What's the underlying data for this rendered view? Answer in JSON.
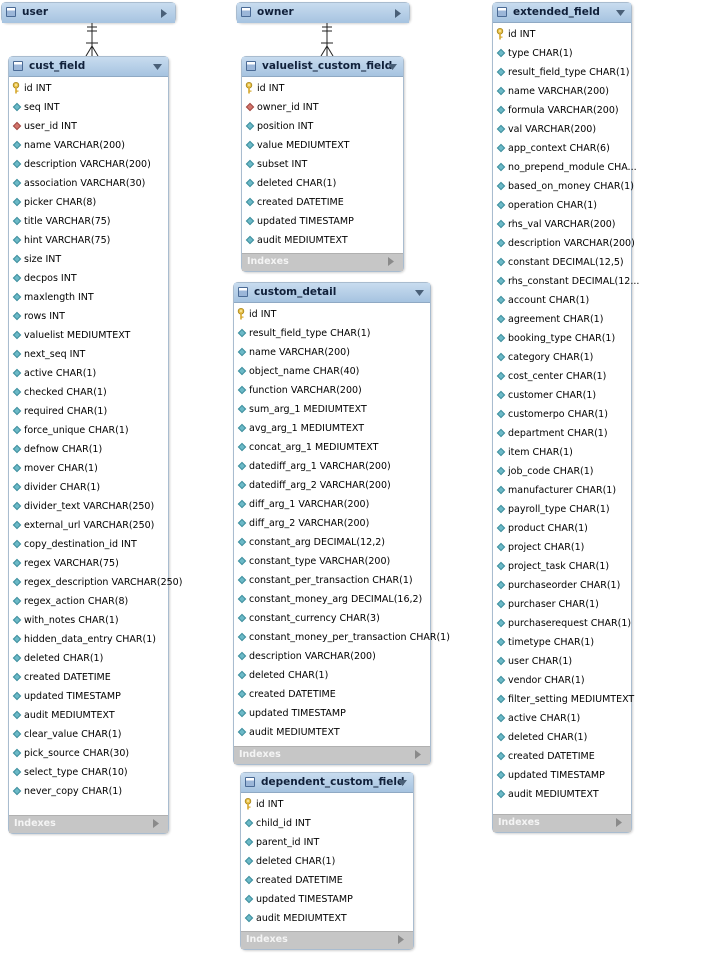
{
  "tables": [
    {
      "id": "user",
      "title": "user",
      "collapsed": true,
      "columns": []
    },
    {
      "id": "owner",
      "title": "owner",
      "collapsed": true,
      "columns": []
    },
    {
      "id": "cust_field",
      "title": "cust_field",
      "indexes_label": "Indexes",
      "columns": [
        {
          "key": "pk",
          "text": "id INT"
        },
        {
          "key": "attr",
          "text": "seq INT"
        },
        {
          "key": "fk",
          "text": "user_id INT"
        },
        {
          "key": "attr",
          "text": "name VARCHAR(200)"
        },
        {
          "key": "attr",
          "text": "description VARCHAR(200)"
        },
        {
          "key": "attr",
          "text": "association VARCHAR(30)"
        },
        {
          "key": "attr",
          "text": "picker CHAR(8)"
        },
        {
          "key": "attr",
          "text": "title VARCHAR(75)"
        },
        {
          "key": "attr",
          "text": "hint VARCHAR(75)"
        },
        {
          "key": "attr",
          "text": "size INT"
        },
        {
          "key": "attr",
          "text": "decpos INT"
        },
        {
          "key": "attr",
          "text": "maxlength INT"
        },
        {
          "key": "attr",
          "text": "rows INT"
        },
        {
          "key": "attr",
          "text": "valuelist MEDIUMTEXT"
        },
        {
          "key": "attr",
          "text": "next_seq INT"
        },
        {
          "key": "attr",
          "text": "active CHAR(1)"
        },
        {
          "key": "attr",
          "text": "checked CHAR(1)"
        },
        {
          "key": "attr",
          "text": "required CHAR(1)"
        },
        {
          "key": "attr",
          "text": "force_unique CHAR(1)"
        },
        {
          "key": "attr",
          "text": "defnow CHAR(1)"
        },
        {
          "key": "attr",
          "text": "mover CHAR(1)"
        },
        {
          "key": "attr",
          "text": "divider CHAR(1)"
        },
        {
          "key": "attr",
          "text": "divider_text VARCHAR(250)"
        },
        {
          "key": "attr",
          "text": "external_url VARCHAR(250)"
        },
        {
          "key": "attr",
          "text": "copy_destination_id INT"
        },
        {
          "key": "attr",
          "text": "regex VARCHAR(75)"
        },
        {
          "key": "attr",
          "text": "regex_description VARCHAR(250)"
        },
        {
          "key": "attr",
          "text": "regex_action CHAR(8)"
        },
        {
          "key": "attr",
          "text": "with_notes CHAR(1)"
        },
        {
          "key": "attr",
          "text": "hidden_data_entry CHAR(1)"
        },
        {
          "key": "attr",
          "text": "deleted CHAR(1)"
        },
        {
          "key": "attr",
          "text": "created DATETIME"
        },
        {
          "key": "attr",
          "text": "updated TIMESTAMP"
        },
        {
          "key": "attr",
          "text": "audit MEDIUMTEXT"
        },
        {
          "key": "attr",
          "text": "clear_value CHAR(1)"
        },
        {
          "key": "attr",
          "text": "pick_source CHAR(30)"
        },
        {
          "key": "attr",
          "text": "select_type CHAR(10)"
        },
        {
          "key": "attr",
          "text": "never_copy CHAR(1)"
        }
      ]
    },
    {
      "id": "valuelist_custom_field",
      "title": "valuelist_custom_field",
      "indexes_label": "Indexes",
      "columns": [
        {
          "key": "pk",
          "text": "id INT"
        },
        {
          "key": "fk",
          "text": "owner_id INT"
        },
        {
          "key": "attr",
          "text": "position INT"
        },
        {
          "key": "attr",
          "text": "value MEDIUMTEXT"
        },
        {
          "key": "attr",
          "text": "subset INT"
        },
        {
          "key": "attr",
          "text": "deleted CHAR(1)"
        },
        {
          "key": "attr",
          "text": "created DATETIME"
        },
        {
          "key": "attr",
          "text": "updated TIMESTAMP"
        },
        {
          "key": "attr",
          "text": "audit MEDIUMTEXT"
        }
      ]
    },
    {
      "id": "custom_detail",
      "title": "custom_detail",
      "indexes_label": "Indexes",
      "columns": [
        {
          "key": "pk",
          "text": "id INT"
        },
        {
          "key": "attr",
          "text": "result_field_type CHAR(1)"
        },
        {
          "key": "attr",
          "text": "name VARCHAR(200)"
        },
        {
          "key": "attr",
          "text": "object_name CHAR(40)"
        },
        {
          "key": "attr",
          "text": "function VARCHAR(200)"
        },
        {
          "key": "attr",
          "text": "sum_arg_1 MEDIUMTEXT"
        },
        {
          "key": "attr",
          "text": "avg_arg_1 MEDIUMTEXT"
        },
        {
          "key": "attr",
          "text": "concat_arg_1 MEDIUMTEXT"
        },
        {
          "key": "attr",
          "text": "datediff_arg_1 VARCHAR(200)"
        },
        {
          "key": "attr",
          "text": "datediff_arg_2 VARCHAR(200)"
        },
        {
          "key": "attr",
          "text": "diff_arg_1 VARCHAR(200)"
        },
        {
          "key": "attr",
          "text": "diff_arg_2 VARCHAR(200)"
        },
        {
          "key": "attr",
          "text": "constant_arg DECIMAL(12,2)"
        },
        {
          "key": "attr",
          "text": "constant_type VARCHAR(200)"
        },
        {
          "key": "attr",
          "text": "constant_per_transaction CHAR(1)"
        },
        {
          "key": "attr",
          "text": "constant_money_arg DECIMAL(16,2)"
        },
        {
          "key": "attr",
          "text": "constant_currency CHAR(3)"
        },
        {
          "key": "attr",
          "text": "constant_money_per_transaction CHAR(1)"
        },
        {
          "key": "attr",
          "text": "description VARCHAR(200)"
        },
        {
          "key": "attr",
          "text": "deleted CHAR(1)"
        },
        {
          "key": "attr",
          "text": "created DATETIME"
        },
        {
          "key": "attr",
          "text": "updated TIMESTAMP"
        },
        {
          "key": "attr",
          "text": "audit MEDIUMTEXT"
        }
      ]
    },
    {
      "id": "dependent_custom_field",
      "title": "dependent_custom_field",
      "indexes_label": "Indexes",
      "columns": [
        {
          "key": "pk",
          "text": "id INT"
        },
        {
          "key": "attr",
          "text": "child_id INT"
        },
        {
          "key": "attr",
          "text": "parent_id INT"
        },
        {
          "key": "attr",
          "text": "deleted CHAR(1)"
        },
        {
          "key": "attr",
          "text": "created DATETIME"
        },
        {
          "key": "attr",
          "text": "updated TIMESTAMP"
        },
        {
          "key": "attr",
          "text": "audit MEDIUMTEXT"
        }
      ]
    },
    {
      "id": "extended_field",
      "title": "extended_field",
      "indexes_label": "Indexes",
      "columns": [
        {
          "key": "pk",
          "text": "id INT"
        },
        {
          "key": "attr",
          "text": "type CHAR(1)"
        },
        {
          "key": "attr",
          "text": "result_field_type CHAR(1)"
        },
        {
          "key": "attr",
          "text": "name VARCHAR(200)"
        },
        {
          "key": "attr",
          "text": "formula VARCHAR(200)"
        },
        {
          "key": "attr",
          "text": "val VARCHAR(200)"
        },
        {
          "key": "attr",
          "text": "app_context CHAR(6)"
        },
        {
          "key": "attr",
          "text": "no_prepend_module CHA..."
        },
        {
          "key": "attr",
          "text": "based_on_money CHAR(1)"
        },
        {
          "key": "attr",
          "text": "operation CHAR(1)"
        },
        {
          "key": "attr",
          "text": "rhs_val VARCHAR(200)"
        },
        {
          "key": "attr",
          "text": "description VARCHAR(200)"
        },
        {
          "key": "attr",
          "text": "constant DECIMAL(12,5)"
        },
        {
          "key": "attr",
          "text": "rhs_constant DECIMAL(12..."
        },
        {
          "key": "attr",
          "text": "account CHAR(1)"
        },
        {
          "key": "attr",
          "text": "agreement CHAR(1)"
        },
        {
          "key": "attr",
          "text": "booking_type CHAR(1)"
        },
        {
          "key": "attr",
          "text": "category CHAR(1)"
        },
        {
          "key": "attr",
          "text": "cost_center CHAR(1)"
        },
        {
          "key": "attr",
          "text": "customer CHAR(1)"
        },
        {
          "key": "attr",
          "text": "customerpo CHAR(1)"
        },
        {
          "key": "attr",
          "text": "department CHAR(1)"
        },
        {
          "key": "attr",
          "text": "item CHAR(1)"
        },
        {
          "key": "attr",
          "text": "job_code CHAR(1)"
        },
        {
          "key": "attr",
          "text": "manufacturer CHAR(1)"
        },
        {
          "key": "attr",
          "text": "payroll_type CHAR(1)"
        },
        {
          "key": "attr",
          "text": "product CHAR(1)"
        },
        {
          "key": "attr",
          "text": "project CHAR(1)"
        },
        {
          "key": "attr",
          "text": "project_task CHAR(1)"
        },
        {
          "key": "attr",
          "text": "purchaseorder CHAR(1)"
        },
        {
          "key": "attr",
          "text": "purchaser CHAR(1)"
        },
        {
          "key": "attr",
          "text": "purchaserequest CHAR(1)"
        },
        {
          "key": "attr",
          "text": "timetype CHAR(1)"
        },
        {
          "key": "attr",
          "text": "user CHAR(1)"
        },
        {
          "key": "attr",
          "text": "vendor CHAR(1)"
        },
        {
          "key": "attr",
          "text": "filter_setting MEDIUMTEXT"
        },
        {
          "key": "attr",
          "text": "active CHAR(1)"
        },
        {
          "key": "attr",
          "text": "deleted CHAR(1)"
        },
        {
          "key": "attr",
          "text": "created DATETIME"
        },
        {
          "key": "attr",
          "text": "updated TIMESTAMP"
        },
        {
          "key": "attr",
          "text": "audit MEDIUMTEXT"
        }
      ]
    }
  ],
  "relationships": [
    {
      "from": "user",
      "to": "cust_field",
      "type": "one-to-many"
    },
    {
      "from": "owner",
      "to": "valuelist_custom_field",
      "type": "one-to-many"
    }
  ],
  "colors": {
    "header_top": "#c8dcef",
    "header_bottom": "#a6c3e0",
    "border": "#a9bccf",
    "attr_icon": "#6bb9c7",
    "fk_icon": "#d2746c",
    "pk_icon": "#e8c24a",
    "indexes_bar": "#c6c6c6"
  },
  "icons": {
    "table": "table-icon",
    "pk": "key-icon",
    "fk": "foreign-key-diamond-icon",
    "attr": "column-diamond-icon",
    "expand": "collapse-triangle-icon",
    "indexes": "expand-triangle-icon"
  }
}
